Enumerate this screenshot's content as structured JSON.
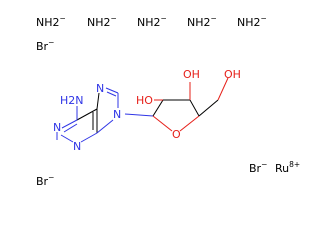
{
  "ions": {
    "amide_1": "NH2",
    "amide_2": "NH2",
    "amide_3": "NH2",
    "amide_4": "NH2",
    "amide_5": "NH2",
    "amide_charge": "−",
    "bromide_1": "Br",
    "bromide_2": "Br",
    "bromide_3": "Br",
    "bromide_charge": "−",
    "ruthenium": "Ru",
    "ruthenium_charge": "8+"
  },
  "atoms": {
    "amino": "H2N",
    "n_imidazole_top": "N",
    "n_glycosidic": "N",
    "n_pyrimidine_left": "N",
    "n_pyrimidine_bottom": "N",
    "oh_c3": "OH",
    "oh_c2": "HO",
    "oh_c5": "OH",
    "o_ring": "O"
  },
  "colors": {
    "nitrogen": "#2f35e6",
    "oxygen": "#e6201a",
    "carbon": "#000000"
  }
}
